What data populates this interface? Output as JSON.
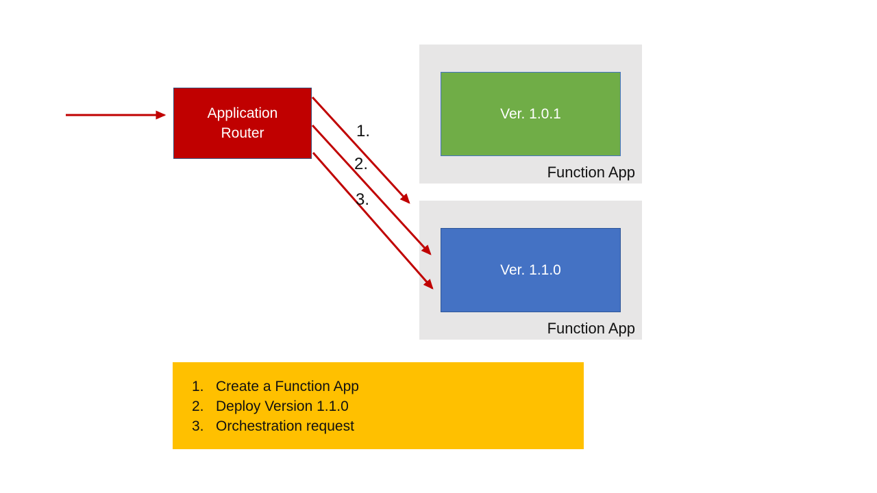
{
  "router": {
    "label": "Application Router",
    "fill": "#C00000",
    "border": "#35507C"
  },
  "apps": [
    {
      "name": "Function App",
      "version": "Ver. 1.0.1",
      "fill": "#70AD47"
    },
    {
      "name": "Function App",
      "version": "Ver. 1.1.0",
      "fill": "#4472C4"
    }
  ],
  "arrows": {
    "color": "#C00000",
    "labels": [
      "1.",
      "2.",
      "3."
    ]
  },
  "legend": {
    "fill": "#FFC000",
    "items": [
      {
        "num": "1.",
        "text": "Create a Function App"
      },
      {
        "num": "2.",
        "text": "Deploy Version 1.1.0"
      },
      {
        "num": "3.",
        "text": "Orchestration request"
      }
    ]
  },
  "colors": {
    "container_fill": "#E7E6E6",
    "canvas": "#FFFFFF"
  }
}
